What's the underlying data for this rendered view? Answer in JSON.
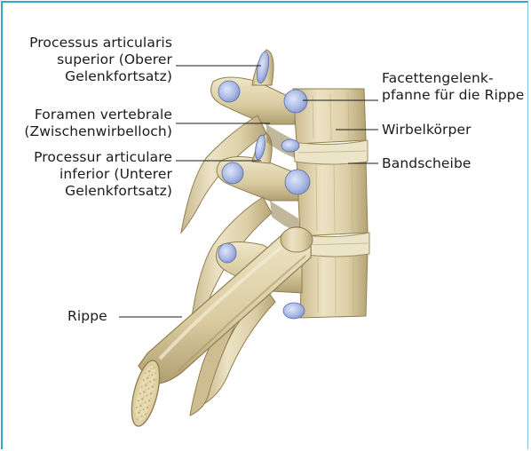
{
  "labels": {
    "processus_superior": [
      "Processus articularis",
      "superior (Oberer",
      "Gelenkfortsatz)"
    ],
    "foramen_vertebrale": [
      "Foramen vertebrale",
      "(Zwischenwirbelloch)"
    ],
    "processus_inferior": [
      "Processur articulare",
      "inferior (Unterer",
      "Gelenkfortsatz)"
    ],
    "rippe": "Rippe",
    "facettengelenk": [
      "Facettengelenk-",
      "pfanne für die Rippe"
    ],
    "wirbelkoerper": "Wirbelkörper",
    "bandscheibe": "Bandscheibe"
  },
  "colors": {
    "bone": "#ddd0a8",
    "bone_shadow": "#b9a878",
    "cartilage": "#a9b8e4",
    "disc": "#e9e1c6",
    "frame": "#3aa6c9"
  }
}
